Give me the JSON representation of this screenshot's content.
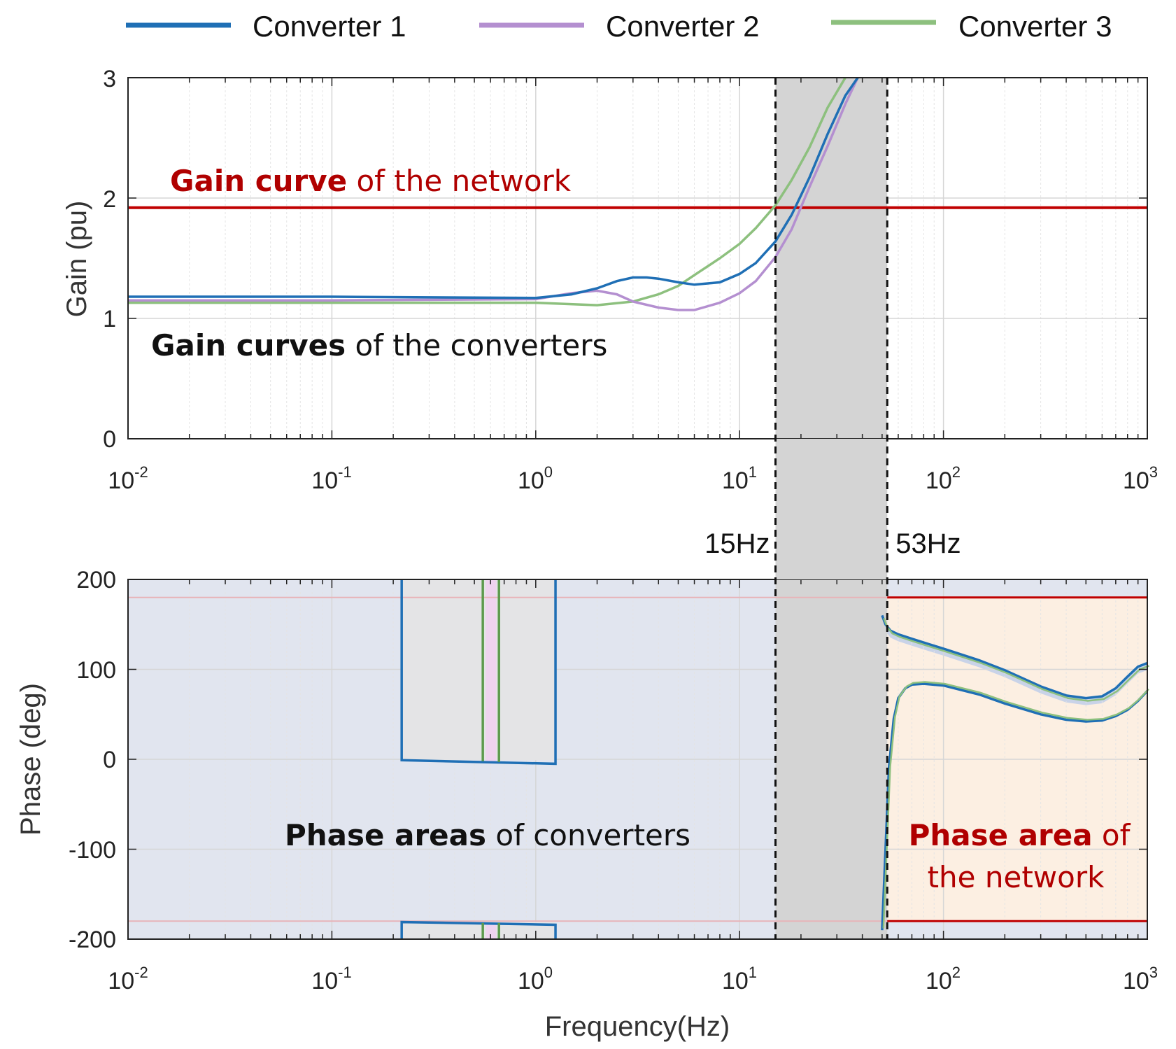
{
  "chart_data": [
    {
      "type": "line",
      "panel": "gain",
      "xlabel": "",
      "ylabel": "Gain (pu)",
      "xscale": "log",
      "xlim": [
        0.01,
        1000
      ],
      "ylim": [
        0,
        3
      ],
      "yticks": [
        "0",
        "1",
        "2",
        "3"
      ],
      "xticks": [
        {
          "base": "10",
          "exp": "-2"
        },
        {
          "base": "10",
          "exp": "-1"
        },
        {
          "base": "10",
          "exp": "0"
        },
        {
          "base": "10",
          "exp": "1"
        },
        {
          "base": "10",
          "exp": "2"
        },
        {
          "base": "10",
          "exp": "3"
        }
      ],
      "grid": true,
      "network_gain": 1.92,
      "series": [
        {
          "name": "Converter 1",
          "color": "#1f6fb5",
          "x": [
            0.01,
            0.1,
            1,
            1.5,
            2,
            2.5,
            3,
            3.5,
            4,
            5,
            6,
            8,
            10,
            12,
            15,
            18,
            22,
            27,
            33,
            38
          ],
          "y": [
            1.18,
            1.18,
            1.17,
            1.2,
            1.25,
            1.31,
            1.34,
            1.34,
            1.33,
            1.3,
            1.28,
            1.3,
            1.37,
            1.46,
            1.64,
            1.86,
            2.17,
            2.53,
            2.85,
            3.0
          ]
        },
        {
          "name": "Converter 2",
          "color": "#b48fd0",
          "x": [
            0.01,
            0.1,
            1,
            1.5,
            2,
            2.5,
            3,
            4,
            5,
            6,
            8,
            10,
            12,
            15,
            18,
            22,
            27,
            33,
            38
          ],
          "y": [
            1.15,
            1.15,
            1.16,
            1.21,
            1.23,
            1.2,
            1.14,
            1.09,
            1.07,
            1.07,
            1.13,
            1.21,
            1.31,
            1.51,
            1.74,
            2.09,
            2.43,
            2.78,
            3.0
          ]
        },
        {
          "name": "Converter 3",
          "color": "#8dc07e",
          "x": [
            0.01,
            0.1,
            1,
            2,
            3,
            4,
            5,
            6,
            8,
            10,
            12,
            15,
            18,
            22,
            27,
            33
          ],
          "y": [
            1.13,
            1.13,
            1.13,
            1.11,
            1.14,
            1.2,
            1.27,
            1.36,
            1.5,
            1.62,
            1.75,
            1.94,
            2.15,
            2.42,
            2.75,
            3.0
          ]
        }
      ]
    },
    {
      "type": "area",
      "panel": "phase",
      "xlabel": "Frequency(Hz)",
      "ylabel": "Phase (deg)",
      "xscale": "log",
      "xlim": [
        0.01,
        1000
      ],
      "ylim": [
        -200,
        200
      ],
      "yticks": [
        "-200",
        "-100",
        "0",
        "100",
        "200"
      ],
      "xticks": [
        {
          "base": "10",
          "exp": "-2"
        },
        {
          "base": "10",
          "exp": "-1"
        },
        {
          "base": "10",
          "exp": "0"
        },
        {
          "base": "10",
          "exp": "1"
        },
        {
          "base": "10",
          "exp": "2"
        },
        {
          "base": "10",
          "exp": "3"
        }
      ],
      "grid": true,
      "phase_limits": [
        -180,
        180
      ],
      "converter_area": {
        "notch_x": [
          0.22,
          1.25
        ],
        "notch_y_top": [
          -1,
          -5
        ],
        "notch_y_bottom": [
          -181,
          -184
        ],
        "inner_lines_x": [
          0.55,
          0.66
        ],
        "pink_band_x": [
          0.57,
          0.64
        ]
      },
      "network_area": {
        "x_start": 53,
        "y": [
          -180,
          180
        ],
        "upper_boundary": {
          "x": [
            50,
            52,
            55,
            60,
            70,
            85,
            100,
            150,
            200,
            300,
            400,
            500,
            600,
            700,
            800,
            900,
            1000
          ],
          "y": [
            160,
            150,
            143,
            139,
            134,
            128,
            123,
            110,
            99,
            81,
            71,
            68,
            70,
            79,
            92,
            103,
            107
          ]
        },
        "lower_boundary": {
          "x": [
            50,
            52,
            54,
            57,
            60,
            65,
            70,
            80,
            100,
            150,
            200,
            300,
            400,
            500,
            600,
            700,
            800,
            900,
            1000
          ],
          "y": [
            -190,
            -100,
            -10,
            45,
            68,
            79,
            83,
            84,
            82,
            72,
            62,
            50,
            44,
            42,
            43,
            48,
            55,
            65,
            76
          ]
        }
      }
    }
  ],
  "legend": {
    "items": [
      {
        "label": "Converter 1",
        "color": "#1f6fb5"
      },
      {
        "label": "Converter 2",
        "color": "#b48fd0"
      },
      {
        "label": "Converter 3",
        "color": "#8dc07e"
      }
    ]
  },
  "band": {
    "low_hz": 15,
    "high_hz": 53,
    "low_label": "15Hz",
    "high_label": "53Hz"
  },
  "annotations": {
    "gain_network": {
      "bold": "Gain curve",
      "rest": " of the network",
      "color": "#b00000"
    },
    "gain_converters": {
      "bold": "Gain curves",
      "rest": " of the converters",
      "color": "#111111"
    },
    "phase_converters": {
      "bold": "Phase areas",
      "rest": " of converters",
      "color": "#111111"
    },
    "phase_network_1": {
      "bold": "Phase area",
      "rest": " of",
      "color": "#b00000"
    },
    "phase_network_2": {
      "text": "the network",
      "color": "#b00000"
    }
  },
  "colors": {
    "network": "#c00000",
    "converter_area": "#e1e5ef",
    "network_area": "#fcefe2",
    "band": "#d4d4d4",
    "notch": "#e4e4e6",
    "pink": "#efd3ef"
  }
}
